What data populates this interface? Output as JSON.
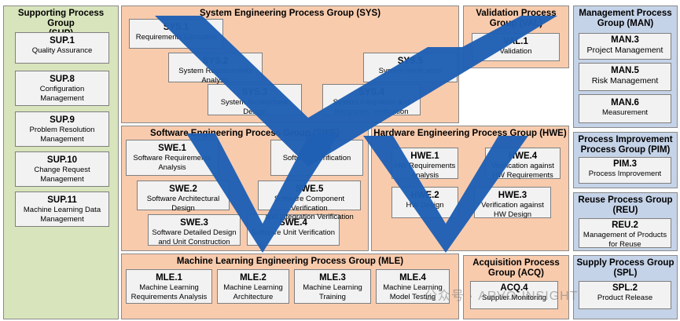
{
  "groups": {
    "sup": {
      "title": "Supporting Process Group\n(SUP)"
    },
    "sys": {
      "title": "System Engineering Process Group (SYS)"
    },
    "val": {
      "title": "Validation Process\nGroup (VAL)"
    },
    "man": {
      "title": "Management Process\nGroup (MAN)"
    },
    "swe": {
      "title": "Software Engineering Process Group (SWE)"
    },
    "hwe": {
      "title": "Hardware Engineering Process Group (HWE)"
    },
    "pim": {
      "title": "Process Improvement\nProcess Group (PIM)"
    },
    "reu": {
      "title": "Reuse Process Group\n(REU)"
    },
    "mle": {
      "title": "Machine Learning Engineering Process Group (MLE)"
    },
    "acq": {
      "title": "Acquisition Process\nGroup (ACQ)"
    },
    "spl": {
      "title": "Supply Process Group\n(SPL)"
    }
  },
  "processes": {
    "sup1": {
      "id": "SUP.1",
      "name": "Quality Assurance"
    },
    "sup8": {
      "id": "SUP.8",
      "name": "Configuration\nManagement"
    },
    "sup9": {
      "id": "SUP.9",
      "name": "Problem Resolution\nManagement"
    },
    "sup10": {
      "id": "SUP.10",
      "name": "Change Request\nManagement"
    },
    "sup11": {
      "id": "SUP.11",
      "name": "Machine Learning Data\nManagement"
    },
    "sys1": {
      "id": "SYS.1",
      "name": "Requirements Elicitation"
    },
    "sys2": {
      "id": "SYS.2",
      "name": "System Requirements\nAnalysis"
    },
    "sys3": {
      "id": "SYS.3",
      "name": "System Architectural\nDesign"
    },
    "sys4": {
      "id": "SYS.4",
      "name": "System Integration and\nIntegration Verification"
    },
    "sys5": {
      "id": "SYS.5",
      "name": "System Verification"
    },
    "val1": {
      "id": "VAL.1",
      "name": "Validation"
    },
    "man3": {
      "id": "MAN.3",
      "name": "Project Management"
    },
    "man5": {
      "id": "MAN.5",
      "name": "Risk Management"
    },
    "man6": {
      "id": "MAN.6",
      "name": "Measurement"
    },
    "swe1": {
      "id": "SWE.1",
      "name": "Software Requirements\nAnalysis"
    },
    "swe2": {
      "id": "SWE.2",
      "name": "Software Architectural\nDesign"
    },
    "swe3": {
      "id": "SWE.3",
      "name": "Software Detailed Design\nand Unit Construction"
    },
    "swe4": {
      "id": "SWE.4",
      "name": "Software Unit Verification"
    },
    "swe5": {
      "id": "SWE.5",
      "name": "Software Component Verification\nand Integration Verification"
    },
    "swe6": {
      "id": "SWE.6",
      "name": "Software Verification"
    },
    "hwe1": {
      "id": "HWE.1",
      "name": "HW Requirements\nAnalysis"
    },
    "hwe2": {
      "id": "HWE.2",
      "name": "HW Design"
    },
    "hwe3": {
      "id": "HWE.3",
      "name": "Verification against\nHW Design"
    },
    "hwe4": {
      "id": "HWE.4",
      "name": "Verification against\nHW Requirements"
    },
    "pim3": {
      "id": "PIM.3",
      "name": "Process Improvement"
    },
    "reu2": {
      "id": "REU.2",
      "name": "Management of Products\nfor Reuse"
    },
    "mle1": {
      "id": "MLE.1",
      "name": "Machine Learning\nRequirements Analysis"
    },
    "mle2": {
      "id": "MLE.2",
      "name": "Machine Learning\nArchitecture"
    },
    "mle3": {
      "id": "MLE.3",
      "name": "Machine Learning\nTraining"
    },
    "mle4": {
      "id": "MLE.4",
      "name": "Machine Learning\nModel Testing"
    },
    "acq4": {
      "id": "ACQ.4",
      "name": "Supplier Monitoring"
    },
    "spl2": {
      "id": "SPL.2",
      "name": "Product Release"
    }
  },
  "watermark": "公众号 · ARVO-INSIGHT",
  "colors": {
    "support": "#d8e4bc",
    "engineering": "#f8cbad",
    "management": "#c5d3e8",
    "v_shape": "#1f5fb4"
  }
}
